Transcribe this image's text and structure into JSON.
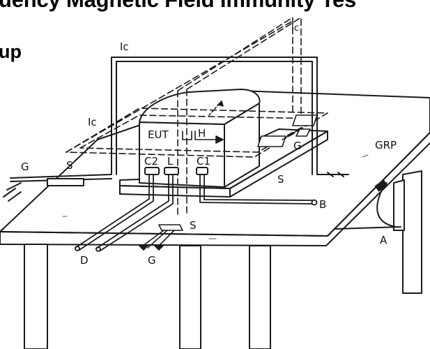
{
  "title": {
    "line1": "uency Magnetic Field Immunity Tes",
    "line2": "up"
  },
  "labels": {
    "ic_top": "Ic",
    "ic_right": "Ic",
    "ic_left": "Ic",
    "eut": "EUT",
    "h": "H",
    "c2": "C2",
    "l": "L",
    "c1": "C1",
    "g_left": "G",
    "g_right": "G",
    "g_bottom": "G",
    "s_left": "S",
    "s_right": "S",
    "s_bottom": "S",
    "grp": "GRP",
    "b": "B",
    "a": "A",
    "d": "D"
  },
  "colors": {
    "ink": "#1a1a1a",
    "paper": "#ffffff",
    "shade": "#f2f2f2"
  }
}
